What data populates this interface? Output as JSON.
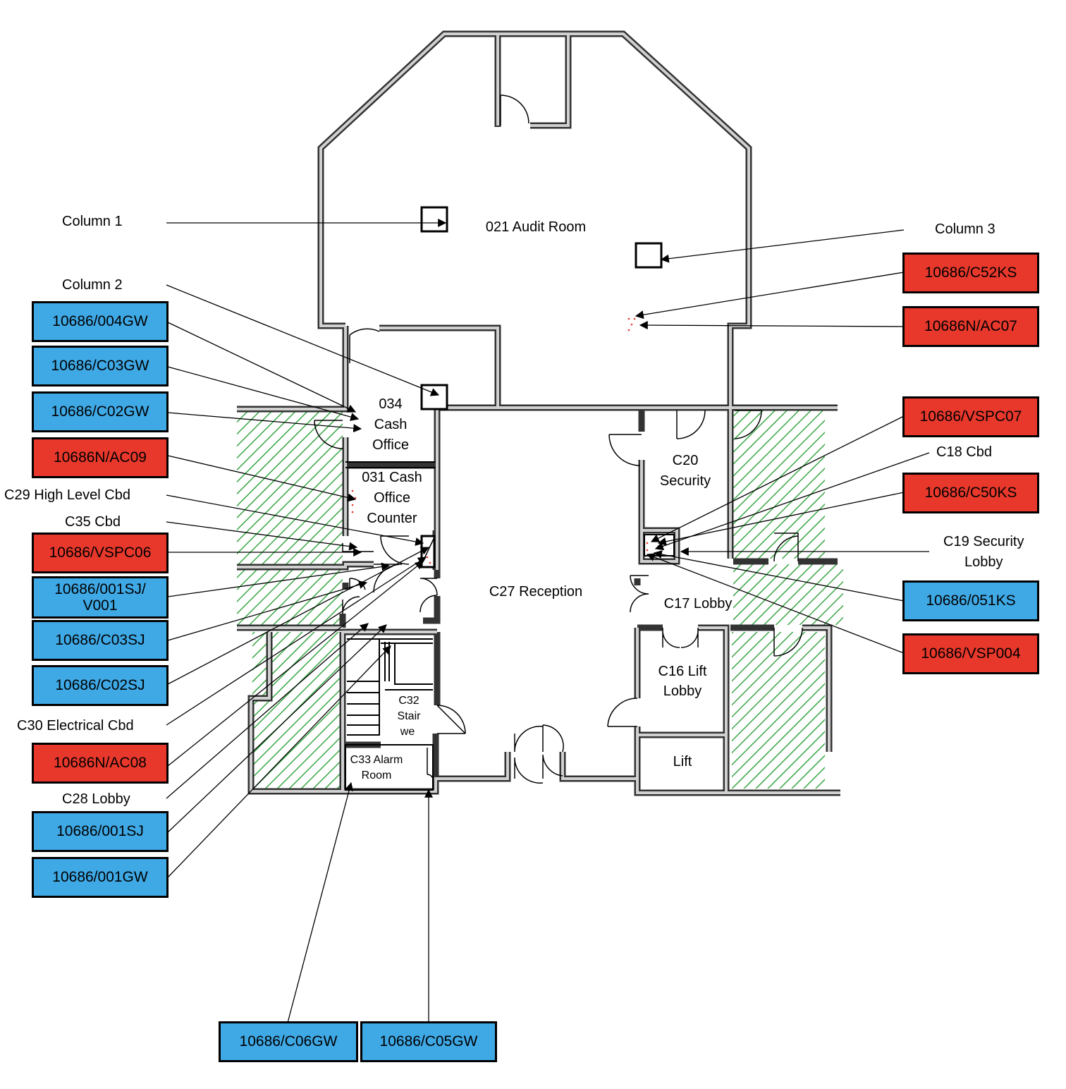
{
  "rooms": {
    "audit_room": "021 Audit Room",
    "cash_office_1": "034",
    "cash_office_2": "Cash",
    "cash_office_3": "Office",
    "cash_counter_1": "031 Cash",
    "cash_counter_2": "Office",
    "cash_counter_3": "Counter",
    "security_1": "C20",
    "security_2": "Security",
    "reception": "C27 Reception",
    "lobby17": "C17 Lobby",
    "lift_lobby_1": "C16 Lift",
    "lift_lobby_2": "Lobby",
    "lift": "Lift",
    "stair_1": "C32",
    "stair_2": "Stair",
    "stair_3": "we",
    "alarm_1": "C33 Alarm",
    "alarm_2": "Room"
  },
  "callouts": {
    "column1": "Column 1",
    "column2": "Column 2",
    "column3": "Column 3",
    "c18": "C18 Cbd",
    "c29": "C29 High Level Cbd",
    "c35": "C35 Cbd",
    "c19": "C19 Security\nLobby",
    "c30": "C30 Electrical Cbd",
    "c28": "C28 Lobby"
  },
  "tags": {
    "t004gw": "10686/004GW",
    "t003gw": "10686/C03GW",
    "t002gw": "10686/C02GW",
    "tna09": "10686N/AC09",
    "tvsp06": "10686/VSPC06",
    "t001sj": "10686/001SJ/\nV001",
    "t003sj": "10686/C03SJ",
    "t002sj": "10686/C02SJ",
    "tna08": "10686N/AC08",
    "t001sj2": "10686/001SJ",
    "t001gw": "10686/001GW",
    "t052ks": "10686/C52KS",
    "tna07": "10686N/AC07",
    "tvsp07": "10686/VSPC07",
    "t050ks": "10686/C50KS",
    "t051ks": "10686/051KS",
    "tvsp04": "10686/VSP004",
    "t006gw": "10686/C06GW",
    "t005gw": "10686/C05GW"
  },
  "colors": {
    "blue_tag": "#3fa9e6",
    "red_tag": "#e8382c",
    "hatch": "#3aa645",
    "wall": "#c8c8c8"
  }
}
